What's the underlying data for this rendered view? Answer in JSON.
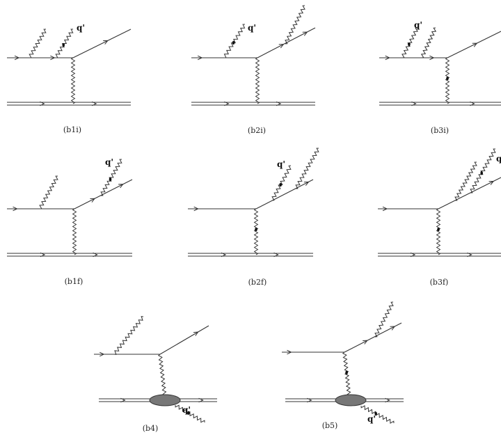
{
  "figure": {
    "photon_label": "q'",
    "captions": {
      "b1i": "(b1i)",
      "b2i": "(b2i)",
      "b3i": "(b3i)",
      "b1f": "(b1f)",
      "b2f": "(b2f)",
      "b3f": "(b3f)",
      "b4": "(b4)",
      "b5": "(b5)"
    }
  }
}
